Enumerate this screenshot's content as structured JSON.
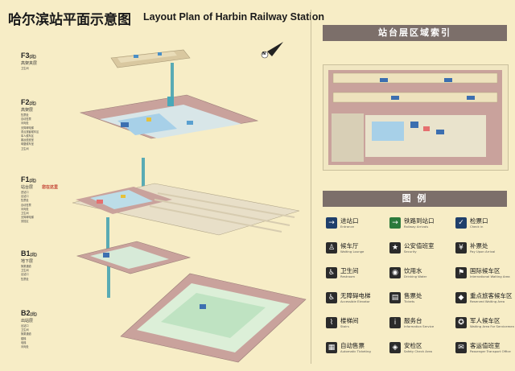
{
  "title": {
    "cn": "哈尔滨站平面示意图",
    "en": "Layout Plan of Harbin Railway Station"
  },
  "compass": "N",
  "floors": [
    {
      "id": "F3",
      "label": "F3",
      "suffix": "(北)",
      "sub": "高架夹层",
      "legend": [
        "卫生间"
      ]
    },
    {
      "id": "F2",
      "label": "F2",
      "suffix": "(北)",
      "sub": "高架层",
      "legend": [
        "售票处",
        "自动售票",
        "问询处",
        "无障碍电梯",
        "重点旅客候车区",
        "军人候车区",
        "客运值班室",
        "母婴候车室",
        "卫生间"
      ]
    },
    {
      "id": "F1",
      "label": "F1",
      "suffix": "(北)",
      "sub": "站台层",
      "tag": "您在这里",
      "legend": [
        "进站口",
        "出站口",
        "售票处",
        "自动售票",
        "问询处",
        "卫生间",
        "无障碍电梯",
        "安检区"
      ]
    },
    {
      "id": "B1",
      "label": "B1",
      "suffix": "(北)",
      "sub": "地下层",
      "legend": [
        "换乘通道",
        "卫生间",
        "出站口",
        "售票处"
      ]
    },
    {
      "id": "B2",
      "label": "B2",
      "suffix": "(北)",
      "sub": "出站层",
      "legend": [
        "出站口",
        "卫生间",
        "换乘通道",
        "楼梯",
        "电梯",
        "问询处"
      ]
    }
  ],
  "index_panel": {
    "title": "站台层区域索引"
  },
  "legend_panel": {
    "title": "图  例"
  },
  "legend_items": [
    {
      "icon": "entrance-icon",
      "glyph": "→",
      "color": "#1f3f6b",
      "cn": "进站口",
      "en": "Entrance"
    },
    {
      "icon": "railway-arrivals-icon",
      "glyph": "→",
      "color": "#2c7a3c",
      "cn": "铁路到站口",
      "en": "Railway Arrivals"
    },
    {
      "icon": "check-in-icon",
      "glyph": "✓",
      "color": "#1f3f6b",
      "cn": "检票口",
      "en": "Check in"
    },
    {
      "icon": "waiting-lounge-icon",
      "glyph": "♙",
      "color": "#2b2b2b",
      "cn": "候车厅",
      "en": "Waiting Lounge"
    },
    {
      "icon": "security-icon",
      "glyph": "★",
      "color": "#2b2b2b",
      "cn": "公安值班室",
      "en": "Security"
    },
    {
      "icon": "pay-upon-arrival-icon",
      "glyph": "¥",
      "color": "#2b2b2b",
      "cn": "补票处",
      "en": "Pay Upon Arrival"
    },
    {
      "icon": "restroom-icon",
      "glyph": "♿",
      "color": "#2b2b2b",
      "cn": "卫生间",
      "en": "Restroom"
    },
    {
      "icon": "drinking-water-icon",
      "glyph": "◉",
      "color": "#2b2b2b",
      "cn": "饮用水",
      "en": "Drinking Water"
    },
    {
      "icon": "international-waiting-icon",
      "glyph": "⚑",
      "color": "#2b2b2b",
      "cn": "国际候车区",
      "en": "International Waiting Area"
    },
    {
      "icon": "accessible-elevator-icon",
      "glyph": "♿",
      "color": "#2b2b2b",
      "cn": "无障碍电梯",
      "en": "Accessible Elevator"
    },
    {
      "icon": "tickets-icon",
      "glyph": "▤",
      "color": "#2b2b2b",
      "cn": "售票处",
      "en": "Tickets"
    },
    {
      "icon": "reserved-waiting-icon",
      "glyph": "◆",
      "color": "#2b2b2b",
      "cn": "重点旅客候车区",
      "en": "Reserved Waiting Area"
    },
    {
      "icon": "stairs-icon",
      "glyph": "⌇",
      "color": "#2b2b2b",
      "cn": "楼梯间",
      "en": "Stairs"
    },
    {
      "icon": "information-icon",
      "glyph": "i",
      "color": "#2b2b2b",
      "cn": "服务台",
      "en": "Information Service"
    },
    {
      "icon": "servicemen-waiting-icon",
      "glyph": "✪",
      "color": "#2b2b2b",
      "cn": "军人候车区",
      "en": "Waiting Area For Servicemen"
    },
    {
      "icon": "automatic-ticketing-icon",
      "glyph": "▦",
      "color": "#2b2b2b",
      "cn": "自动售票",
      "en": "Automatic Ticketing"
    },
    {
      "icon": "safety-check-icon",
      "glyph": "◈",
      "color": "#2b2b2b",
      "cn": "安检区",
      "en": "Safety Check Area"
    },
    {
      "icon": "passenger-transport-icon",
      "glyph": "✉",
      "color": "#2b2b2b",
      "cn": "客运值班室",
      "en": "Passenger Transport Office"
    }
  ]
}
